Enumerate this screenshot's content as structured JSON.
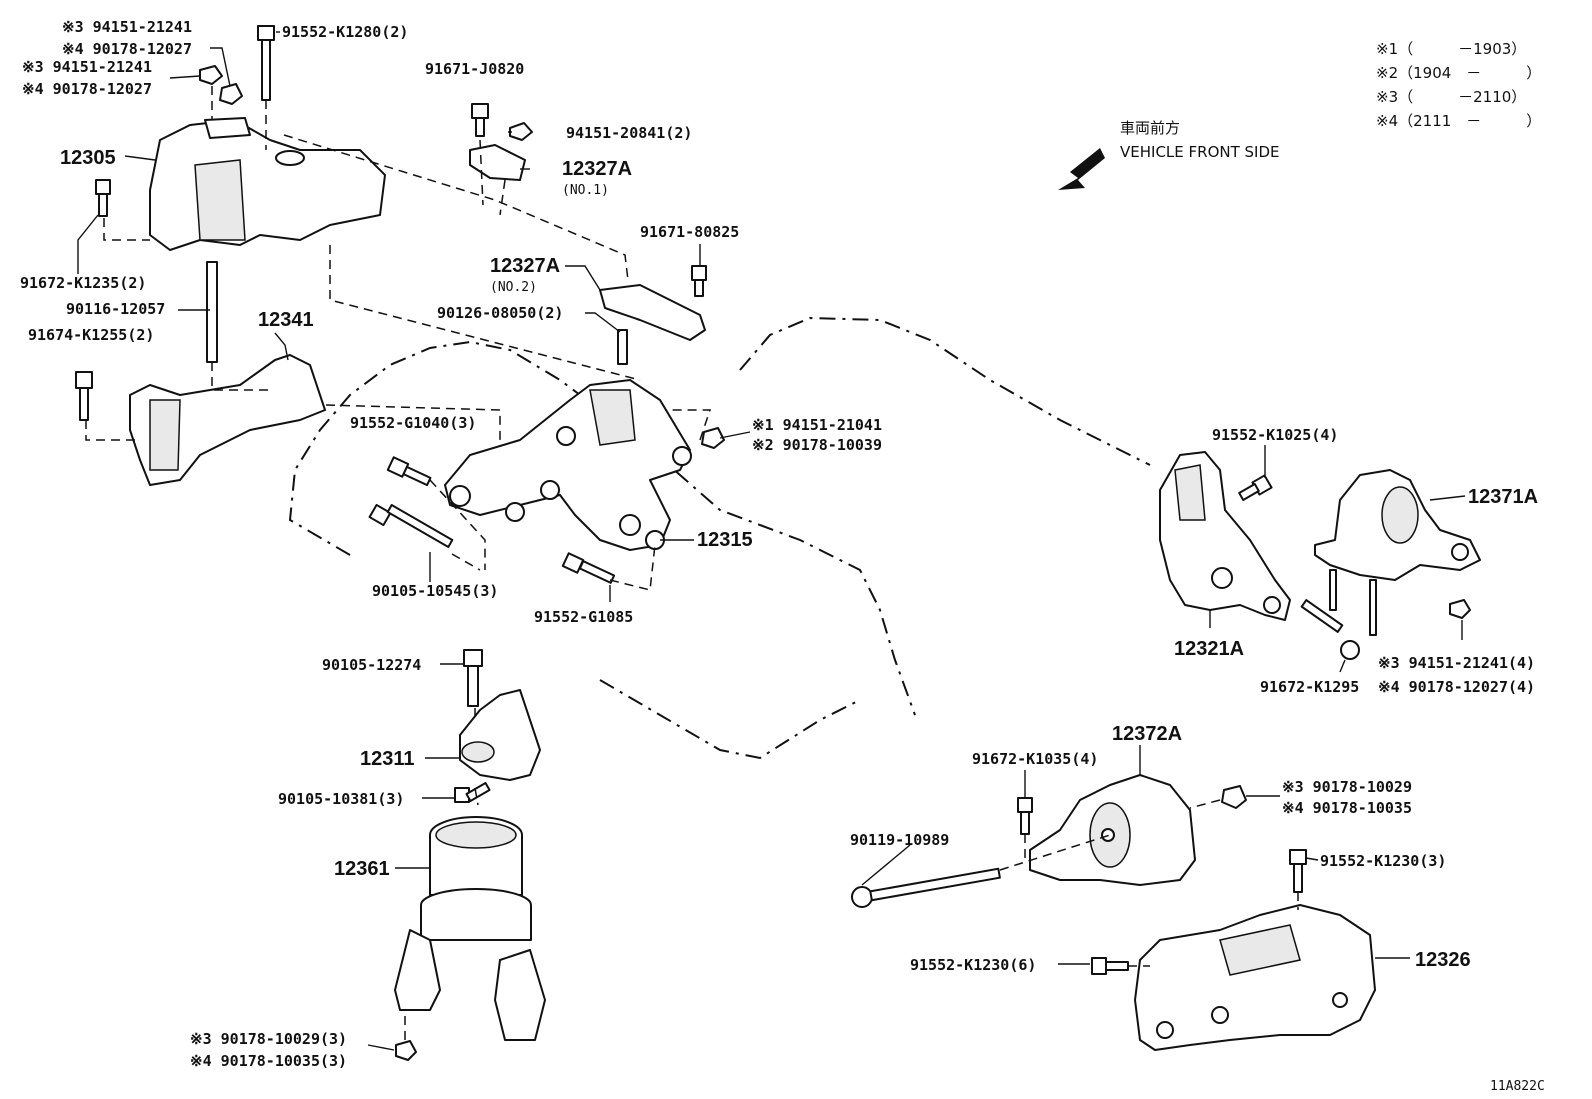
{
  "legend": [
    {
      "mark": "※1",
      "from": "",
      "to": "1903",
      "text": "※1（　　　－1903）"
    },
    {
      "mark": "※2",
      "from": "1904",
      "to": "",
      "text": "※2（1904　－　　　）"
    },
    {
      "mark": "※3",
      "from": "",
      "to": "2110",
      "text": "※3（　　　－2110）"
    },
    {
      "mark": "※4",
      "from": "2111",
      "to": "",
      "text": "※4（2111　－　　　）"
    }
  ],
  "front": {
    "jp": "車両前方",
    "en": "VEHICLE FRONT SIDE"
  },
  "diagram_code": "11A822C",
  "labels": {
    "l01": "※3 94151-21241",
    "l02": "※4 90178-12027",
    "l03": "※3 94151-21241",
    "l04": "※4 90178-12027",
    "l05": "91552-K1280(2)",
    "l06": "12305",
    "l07": "91672-K1235(2)",
    "l08": "90116-12057",
    "l09": "91674-K1255(2)",
    "l10": "12341",
    "l11": "91671-J0820",
    "l12": "94151-20841(2)",
    "l13": "12327A",
    "l14": "(NO.1)",
    "l15": "91671-80825",
    "l16": "12327A",
    "l17": "(NO.2)",
    "l18": "90126-08050(2)",
    "l19": "91552-G1040(3)",
    "l20": "※1  94151-21041",
    "l21": "※2  90178-10039",
    "l22": "12315",
    "l23": "90105-10545(3)",
    "l24": "91552-G1085",
    "l25": "91552-K1025(4)",
    "l26": "12371A",
    "l27": "12321A",
    "l28": "91672-K1295",
    "l29": "※3 94151-21241(4)",
    "l30": "※4 90178-12027(4)",
    "l31": "90105-12274",
    "l32": "12311",
    "l33": "90105-10381(3)",
    "l34": "12361",
    "l35": "※3 90178-10029(3)",
    "l36": "※4 90178-10035(3)",
    "l37": "12372A",
    "l38": "91672-K1035(4)",
    "l39": "※3 90178-10029",
    "l40": "※4 90178-10035",
    "l41": "90119-10989",
    "l42": "91552-K1230(3)",
    "l43": "91552-K1230(6)",
    "l44": "12326"
  }
}
